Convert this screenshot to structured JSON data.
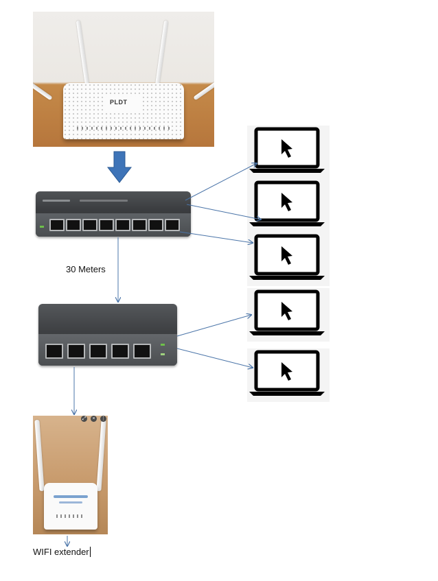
{
  "diagram": {
    "nodes": {
      "router": {
        "kind": "router-photo",
        "brand": "PLDT"
      },
      "switch_main": {
        "kind": "switch-8-port"
      },
      "switch_secondary": {
        "kind": "switch-5-port"
      },
      "laptops": [
        {
          "id": "laptop-1"
        },
        {
          "id": "laptop-2"
        },
        {
          "id": "laptop-3"
        },
        {
          "id": "laptop-4"
        },
        {
          "id": "laptop-5"
        }
      ],
      "wifi_extender": {
        "kind": "extender-photo"
      }
    },
    "edges": [
      {
        "from": "router",
        "to": "switch_main",
        "style": "block-arrow"
      },
      {
        "from": "switch_main",
        "to": "laptop-1"
      },
      {
        "from": "switch_main",
        "to": "laptop-2"
      },
      {
        "from": "switch_main",
        "to": "laptop-3"
      },
      {
        "from": "switch_main",
        "to": "switch_secondary",
        "label": "30 Meters"
      },
      {
        "from": "switch_secondary",
        "to": "laptop-4"
      },
      {
        "from": "switch_secondary",
        "to": "laptop-5"
      },
      {
        "from": "switch_secondary",
        "to": "wifi_extender"
      }
    ],
    "labels": {
      "distance": "30 Meters",
      "extender": "WIFI extender"
    },
    "colors": {
      "connector": "#4a74a8",
      "block_arrow": "#3e74b8",
      "block_arrow_outline": "#2b5a94"
    }
  }
}
